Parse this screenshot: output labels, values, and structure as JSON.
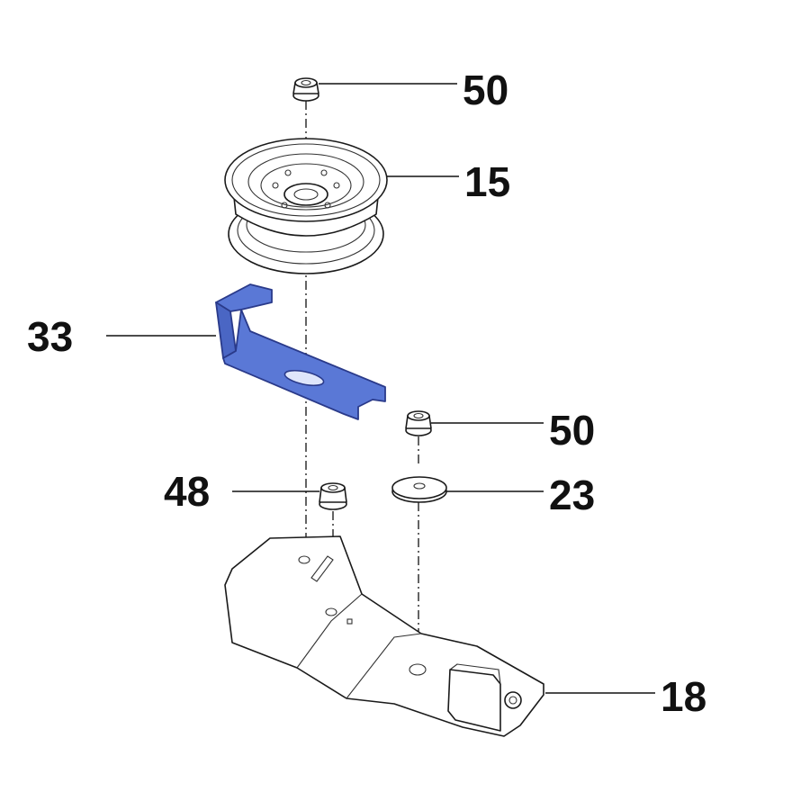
{
  "callouts": [
    {
      "id": "nut-top",
      "label": "50"
    },
    {
      "id": "pulley",
      "label": "15"
    },
    {
      "id": "bracket",
      "label": "33"
    },
    {
      "id": "nut-right",
      "label": "50"
    },
    {
      "id": "washer",
      "label": "23"
    },
    {
      "id": "nut-left",
      "label": "48"
    },
    {
      "id": "plate",
      "label": "18"
    }
  ],
  "colors": {
    "bracket_fill": "#5a78d6",
    "bracket_stroke": "#2a3a8a",
    "line": "#111111"
  }
}
